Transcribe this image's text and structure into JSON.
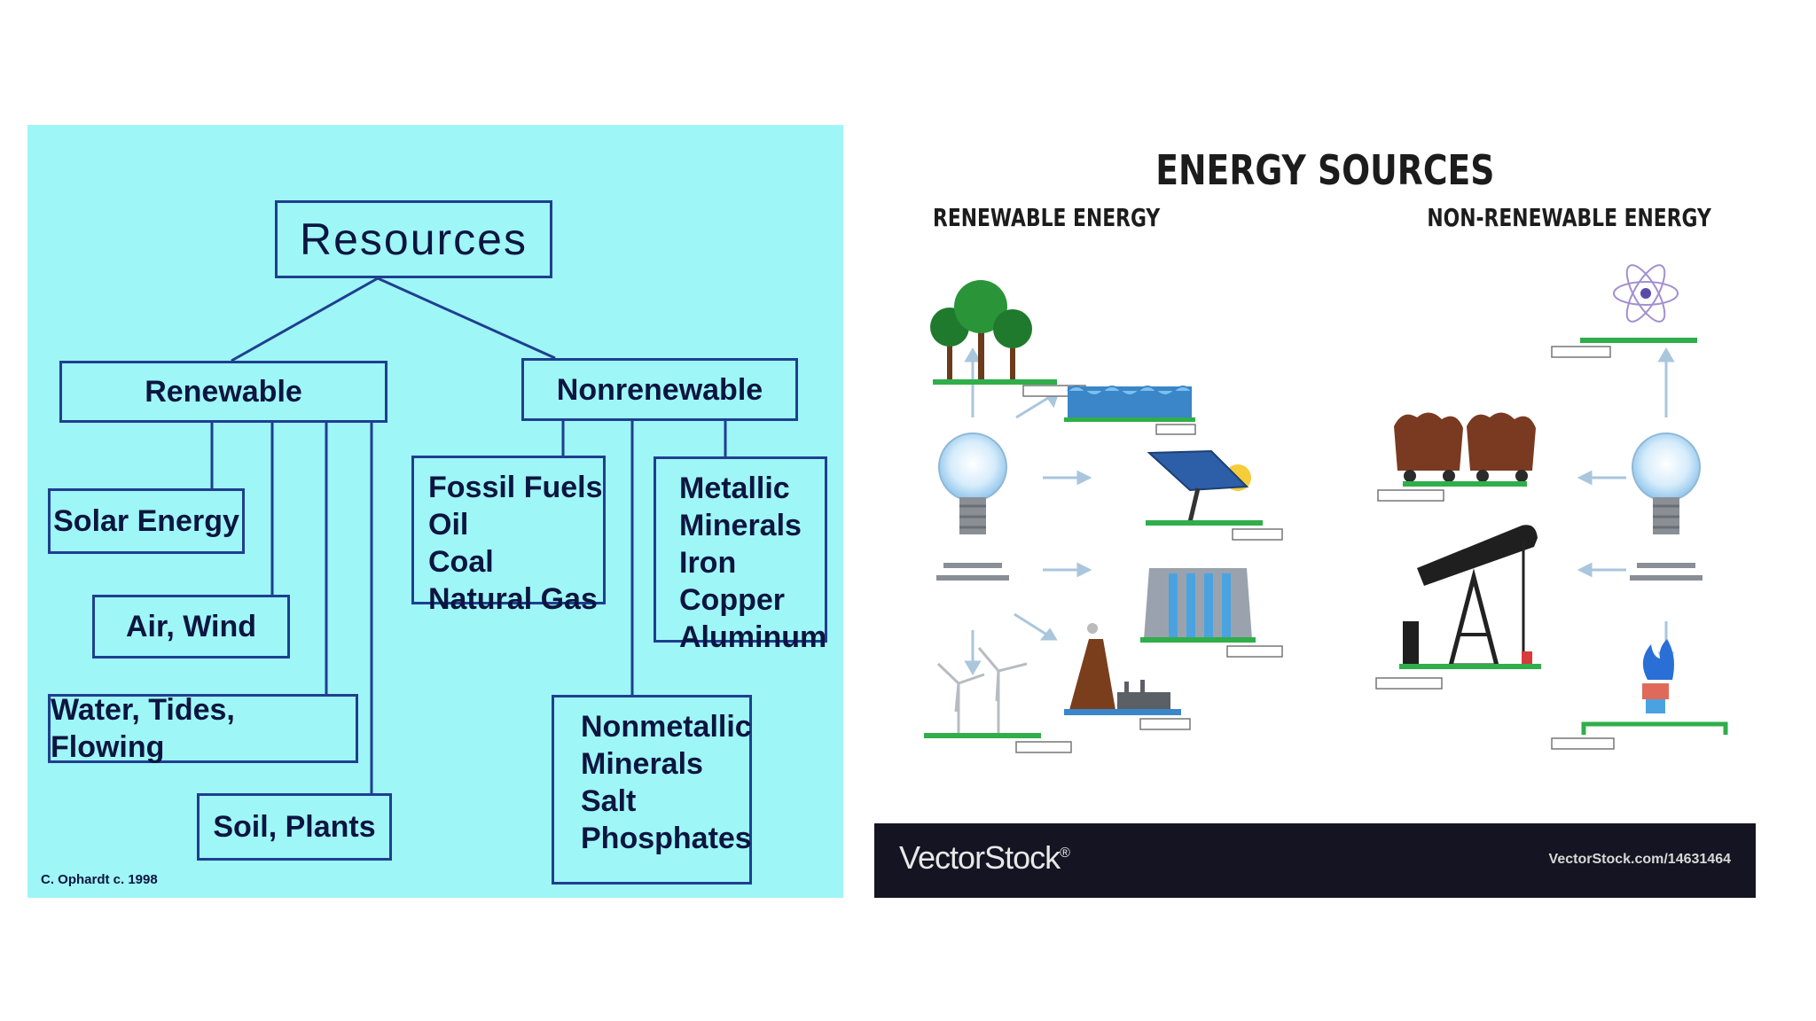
{
  "resources_diagram": {
    "root": "Resources",
    "renewable": {
      "label": "Renewable",
      "items": [
        "Solar Energy",
        "Air, Wind",
        "Water, Tides, Flowing",
        "Soil, Plants"
      ]
    },
    "nonrenewable": {
      "label": "Nonrenewable",
      "fossil_fuels": [
        "Fossil Fuels",
        "Oil",
        "Coal",
        "Natural Gas"
      ],
      "metallic_minerals": [
        "Metallic",
        "Minerals",
        "Iron",
        "Copper",
        "Aluminum"
      ],
      "nonmetallic_minerals": [
        "Nonmetallic",
        "Minerals",
        "Salt",
        "Phosphates"
      ]
    },
    "credit": "C. Ophardt c. 1998",
    "colors": {
      "background": "#9ef6f6",
      "border": "#1f3f8f",
      "text": "#0c1540"
    }
  },
  "energy_infographic": {
    "title": "ENERGY SOURCES",
    "renewable_heading": "RENEWABLE ENERGY",
    "nonrenewable_heading": "NON-RENEWABLE ENERGY",
    "renewable_icons": [
      "trees-icon",
      "water-waves-icon",
      "solar-panel-icon",
      "hydro-dam-icon",
      "geothermal-icon",
      "wind-turbine-icon"
    ],
    "nonrenewable_icons": [
      "atom-icon",
      "coal-cart-icon",
      "oil-pump-icon",
      "gas-flame-icon"
    ],
    "center_icon": "light-bulb-icon",
    "brand": "VectorStock",
    "brand_mark": "®",
    "brand_url": "VectorStock.com/14631464",
    "colors": {
      "footer": "#141422",
      "ground": "#2fae4a",
      "arrow": "#a9c6dd"
    }
  }
}
